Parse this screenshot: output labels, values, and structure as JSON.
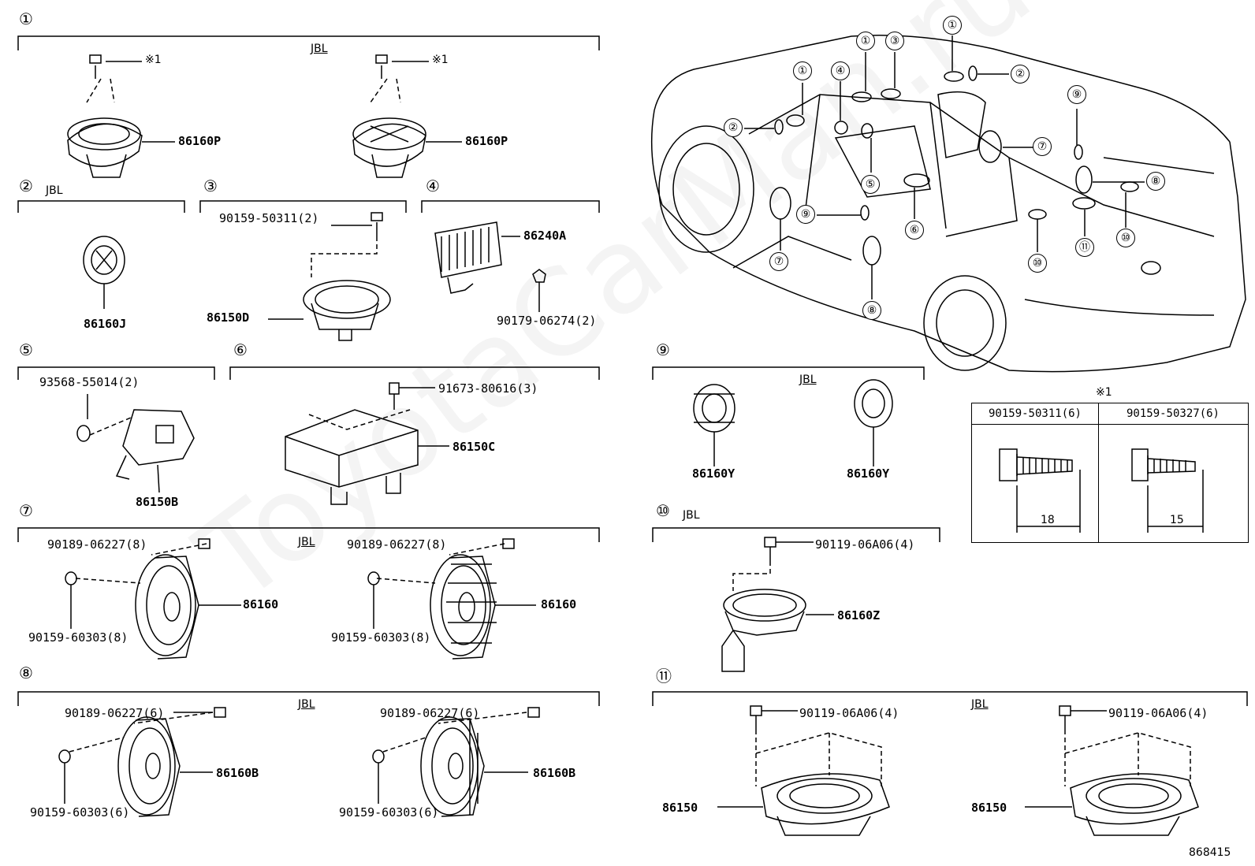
{
  "watermark": "ToyotaCarMan.ru",
  "ref_number": "868415",
  "jbl_label": "JBL",
  "note_mark": "※1",
  "groups": [
    {
      "id": "1",
      "label": "①"
    },
    {
      "id": "2",
      "label": "②"
    },
    {
      "id": "3",
      "label": "③"
    },
    {
      "id": "4",
      "label": "④"
    },
    {
      "id": "5",
      "label": "⑤"
    },
    {
      "id": "6",
      "label": "⑥"
    },
    {
      "id": "7",
      "label": "⑦"
    },
    {
      "id": "8",
      "label": "⑧"
    },
    {
      "id": "9",
      "label": "⑨"
    },
    {
      "id": "10",
      "label": "⑩"
    },
    {
      "id": "11",
      "label": "⑪"
    }
  ],
  "parts": {
    "p86160P_a": "86160P",
    "p86160P_b": "86160P",
    "p86160J": "86160J",
    "p90159_50311_2": "90159-50311(2)",
    "p86150D": "86150D",
    "p86240A": "86240A",
    "p90179_06274_2": "90179-06274(2)",
    "p93568_55014_2": "93568-55014(2)",
    "p86150B": "86150B",
    "p91673_80616_3": "91673-80616(3)",
    "p86150C": "86150C",
    "p90189_06227_8_a": "90189-06227(8)",
    "p90189_06227_8_b": "90189-06227(8)",
    "p86160_a": "86160",
    "p86160_b": "86160",
    "p90159_60303_8_a": "90159-60303(8)",
    "p90159_60303_8_b": "90159-60303(8)",
    "p90189_06227_6_a": "90189-06227(6)",
    "p90189_06227_6_b": "90189-06227(6)",
    "p86160B_a": "86160B",
    "p86160B_b": "86160B",
    "p90159_60303_6_a": "90159-60303(6)",
    "p90159_60303_6_b": "90159-60303(6)",
    "p86160Y_a": "86160Y",
    "p86160Y_b": "86160Y",
    "p90119_06A06_4_a": "90119-06A06(4)",
    "p86160Z": "86160Z",
    "p90119_06A06_4_b": "90119-06A06(4)",
    "p90119_06A06_4_c": "90119-06A06(4)",
    "p86150_a": "86150",
    "p86150_b": "86150"
  },
  "bolt_table": {
    "col1_header": "90159-50311(6)",
    "col2_header": "90159-50327(6)",
    "col1_length": "18",
    "col2_length": "15"
  },
  "car_callouts": [
    {
      "label": "①"
    },
    {
      "label": "①"
    },
    {
      "label": "①"
    },
    {
      "label": "③"
    },
    {
      "label": "④"
    },
    {
      "label": "②"
    },
    {
      "label": "②"
    },
    {
      "label": "⑨"
    },
    {
      "label": "⑦"
    },
    {
      "label": "⑧"
    },
    {
      "label": "⑤"
    },
    {
      "label": "⑥"
    },
    {
      "label": "⑨"
    },
    {
      "label": "⑦"
    },
    {
      "label": "⑧"
    },
    {
      "label": "⑩"
    },
    {
      "label": "⑪"
    },
    {
      "label": "⑩"
    }
  ]
}
